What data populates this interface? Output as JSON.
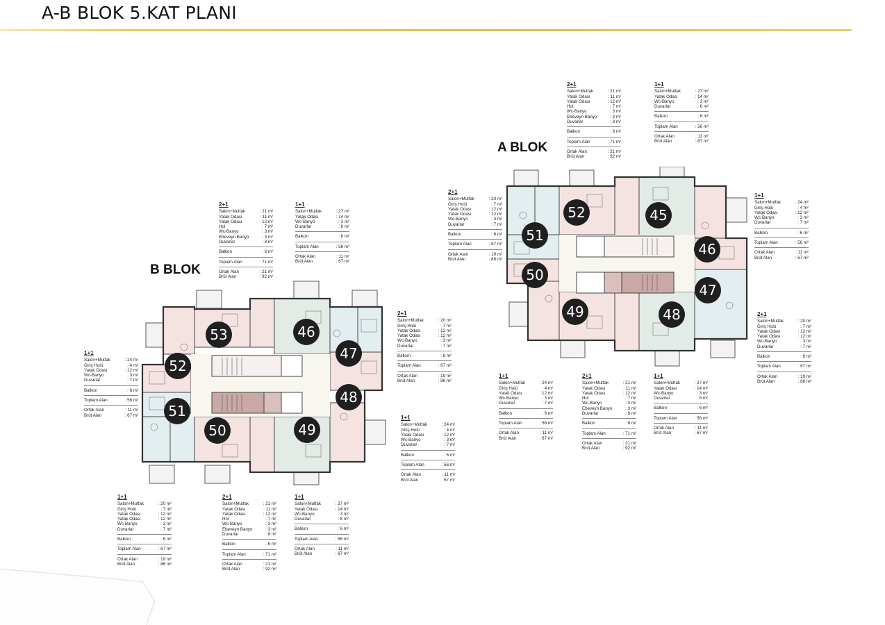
{
  "header": {
    "title": "A-B BLOK 5.KAT PLANI",
    "rule_color": "#d9bf49"
  },
  "colors": {
    "unit_pink": "#f4e3e1",
    "unit_green": "#e2ebe6",
    "unit_blue": "#e3eef0",
    "corridor": "#f7f6ef",
    "stair_shaded": "#c9a8a6",
    "wall": "#4a4a4a",
    "badge": "#1f1f1f"
  },
  "b_blok": {
    "label": "B BLOK",
    "units": [
      "53",
      "46",
      "47",
      "52",
      "48",
      "51",
      "50",
      "49"
    ],
    "specs": [
      {
        "type": "2+1",
        "rows": [
          [
            "Salon+Mutfak",
            "21 m²"
          ],
          [
            "Yatak Odası",
            "11 m²"
          ],
          [
            "Yatak Odası",
            "12 m²"
          ],
          [
            "Hol",
            "7 m²"
          ],
          [
            "Wc-Banyo",
            "3 m²"
          ],
          [
            "Ebeveyn Banyo",
            "3 m²"
          ],
          [
            "Duvarlar",
            "8 m²"
          ]
        ],
        "balkon": "6 m²",
        "toplam": "71 m²",
        "ortak": "21 m²",
        "brut": "92 m²"
      },
      {
        "type": "1+1",
        "rows": [
          [
            "Salon+Mutfak",
            "27 m²"
          ],
          [
            "Yatak Odası",
            "14 m²"
          ],
          [
            "Wc-Banyo",
            "3 m²"
          ],
          [
            "Duvarlar",
            "6 m²"
          ]
        ],
        "balkon": "6 m²",
        "toplam": "56 m²",
        "ortak": "11 m²",
        "brut": "67 m²"
      },
      {
        "type": "2+1",
        "rows": [
          [
            "Salon+Mutfak",
            "20 m²"
          ],
          [
            "Giriş Holü",
            "7 m²"
          ],
          [
            "Yatak Odası",
            "12 m²"
          ],
          [
            "Yatak Odası",
            "12 m²"
          ],
          [
            "Wc-Banyo",
            "3 m²"
          ],
          [
            "Duvarlar",
            "7 m²"
          ]
        ],
        "balkon": "6 m²",
        "toplam": "67 m²",
        "ortak": "19 m²",
        "brut": "86 m²"
      },
      {
        "type": "1+1",
        "rows": [
          [
            "Salon+Mutfak",
            "24 m²"
          ],
          [
            "Giriş Holü",
            "4 m²"
          ],
          [
            "Yatak Odası",
            "12 m²"
          ],
          [
            "Wc-Banyo",
            "3 m²"
          ],
          [
            "Duvarlar",
            "7 m²"
          ]
        ],
        "balkon": "6 m²",
        "toplam": "56 m²",
        "ortak": "11 m²",
        "brut": "67 m²"
      },
      {
        "type": "1+1",
        "rows": [
          [
            "Salon+Mutfak",
            "24 m²"
          ],
          [
            "Giriş Holü",
            "4 m²"
          ],
          [
            "Yatak Odası",
            "12 m²"
          ],
          [
            "Wc-Banyo",
            "3 m²"
          ],
          [
            "Duvarlar",
            "7 m²"
          ]
        ],
        "balkon": "6 m²",
        "toplam": "56 m²",
        "ortak": "11 m²",
        "brut": "67 m²"
      },
      {
        "type": "1+1",
        "rows": [
          [
            "Salon+Mutfak",
            "20 m²"
          ],
          [
            "Giriş Holü",
            "7 m²"
          ],
          [
            "Yatak Odası",
            "12 m²"
          ],
          [
            "Yatak Odası",
            "12 m²"
          ],
          [
            "Wc-Banyo",
            "3 m²"
          ],
          [
            "Duvarlar",
            "7 m²"
          ]
        ],
        "balkon": "6 m²",
        "toplam": "67 m²",
        "ortak": "19 m²",
        "brut": "86 m²"
      },
      {
        "type": "2+1",
        "rows": [
          [
            "Salon+Mutfak",
            "21 m²"
          ],
          [
            "Yatak Odası",
            "11 m²"
          ],
          [
            "Yatak Odası",
            "12 m²"
          ],
          [
            "Hol",
            "7 m²"
          ],
          [
            "Wc-Banyo",
            "3 m²"
          ],
          [
            "Ebeveyn Banyo",
            "3 m²"
          ],
          [
            "Duvarlar",
            "8 m²"
          ]
        ],
        "balkon": "6 m²",
        "toplam": "71 m²",
        "ortak": "21 m²",
        "brut": "92 m²"
      },
      {
        "type": "1+1",
        "rows": [
          [
            "Salon+Mutfak",
            "27 m²"
          ],
          [
            "Yatak Odası",
            "14 m²"
          ],
          [
            "Wc-Banyo",
            "3 m²"
          ],
          [
            "Duvarlar",
            "6 m²"
          ]
        ],
        "balkon": "6 m²",
        "toplam": "56 m²",
        "ortak": "11 m²",
        "brut": "67 m²"
      }
    ]
  },
  "a_blok": {
    "label": "A BLOK",
    "units": [
      "52",
      "45",
      "51",
      "46",
      "50",
      "47",
      "49",
      "48"
    ],
    "specs": [
      {
        "type": "2+1",
        "rows": [
          [
            "Salon+Mutfak",
            "21 m²"
          ],
          [
            "Yatak Odası",
            "11 m²"
          ],
          [
            "Yatak Odası",
            "12 m²"
          ],
          [
            "Hol",
            "7 m²"
          ],
          [
            "Wc-Banyo",
            "3 m²"
          ],
          [
            "Ebeveyn Banyo",
            "3 m²"
          ],
          [
            "Duvarlar",
            "8 m²"
          ]
        ],
        "balkon": "6 m²",
        "toplam": "71 m²",
        "ortak": "21 m²",
        "brut": "92 m²"
      },
      {
        "type": "1+1",
        "rows": [
          [
            "Salon+Mutfak",
            "27 m²"
          ],
          [
            "Yatak Odası",
            "14 m²"
          ],
          [
            "Wc-Banyo",
            "3 m²"
          ],
          [
            "Duvarlar",
            "6 m²"
          ]
        ],
        "balkon": "6 m²",
        "toplam": "56 m²",
        "ortak": "11 m²",
        "brut": "67 m²"
      },
      {
        "type": "2+1",
        "rows": [
          [
            "Salon+Mutfak",
            "20 m²"
          ],
          [
            "Giriş Holü",
            "7 m²"
          ],
          [
            "Yatak Odası",
            "12 m²"
          ],
          [
            "Yatak Odası",
            "12 m²"
          ],
          [
            "Wc-Banyo",
            "3 m²"
          ],
          [
            "Duvarlar",
            "7 m²"
          ]
        ],
        "balkon": "6 m²",
        "toplam": "67 m²",
        "ortak": "19 m²",
        "brut": "86 m²"
      },
      {
        "type": "1+1",
        "rows": [
          [
            "Salon+Mutfak",
            "24 m²"
          ],
          [
            "Giriş Holü",
            "4 m²"
          ],
          [
            "Yatak Odası",
            "12 m²"
          ],
          [
            "Wc-Banyo",
            "3 m²"
          ],
          [
            "Duvarlar",
            "7 m²"
          ]
        ],
        "balkon": "6 m²",
        "toplam": "56 m²",
        "ortak": "11 m²",
        "brut": "67 m²"
      },
      {
        "type": "2+1",
        "rows": [
          [
            "Salon+Mutfak",
            "20 m²"
          ],
          [
            "Giriş Holü",
            "7 m²"
          ],
          [
            "Yatak Odası",
            "12 m²"
          ],
          [
            "Yatak Odası",
            "12 m²"
          ],
          [
            "Wc-Banyo",
            "3 m²"
          ],
          [
            "Duvarlar",
            "7 m²"
          ]
        ],
        "balkon": "6 m²",
        "toplam": "67 m²",
        "ortak": "19 m²",
        "brut": "86 m²"
      },
      {
        "type": "1+1",
        "rows": [
          [
            "Salon+Mutfak",
            "24 m²"
          ],
          [
            "Giriş Holü",
            "4 m²"
          ],
          [
            "Yatak Odası",
            "12 m²"
          ],
          [
            "Wc-Banyo",
            "3 m²"
          ],
          [
            "Duvarlar",
            "7 m²"
          ]
        ],
        "balkon": "6 m²",
        "toplam": "56 m²",
        "ortak": "11 m²",
        "brut": "67 m²"
      },
      {
        "type": "2+1",
        "rows": [
          [
            "Salon+Mutfak",
            "21 m²"
          ],
          [
            "Yatak Odası",
            "11 m²"
          ],
          [
            "Yatak Odası",
            "12 m²"
          ],
          [
            "Hol",
            "7 m²"
          ],
          [
            "Wc-Banyo",
            "3 m²"
          ],
          [
            "Ebeveyn Banyo",
            "3 m²"
          ],
          [
            "Duvarlar",
            "8 m²"
          ]
        ],
        "balkon": "6 m²",
        "toplam": "71 m²",
        "ortak": "21 m²",
        "brut": "92 m²"
      },
      {
        "type": "1+1",
        "rows": [
          [
            "Salon+Mutfak",
            "27 m²"
          ],
          [
            "Yatak Odası",
            "14 m²"
          ],
          [
            "Wc-Banyo",
            "3 m²"
          ],
          [
            "Duvarlar",
            "6 m²"
          ]
        ],
        "balkon": "6 m²",
        "toplam": "56 m²",
        "ortak": "11 m²",
        "brut": "67 m²"
      }
    ]
  },
  "labels": {
    "balkon": "Balkon",
    "toplam": "Toplam Alan",
    "ortak": "Ortak Alan",
    "brut": "Brüt Alan",
    "colon": ":"
  }
}
